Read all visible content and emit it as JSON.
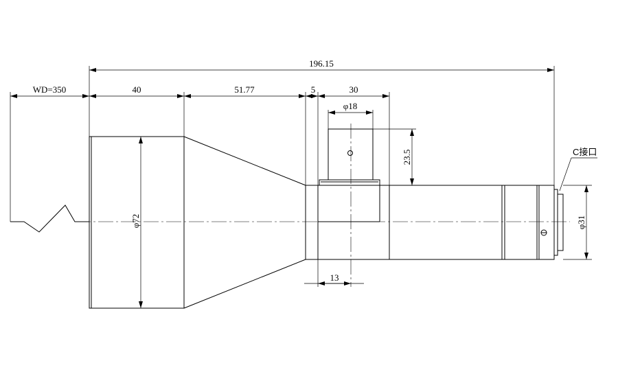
{
  "dimensions": {
    "overall_length": "196.15",
    "working_distance": "WD=350",
    "front_barrel_length": "40",
    "taper_length": "51.77",
    "collar_length": "5",
    "side_port_offset": "30",
    "port_diameter": "φ18",
    "port_height": "23.5",
    "front_diameter": "φ72",
    "port_position": "13",
    "mount_diameter": "φ31"
  },
  "labels": {
    "mount_type": "C接口"
  }
}
